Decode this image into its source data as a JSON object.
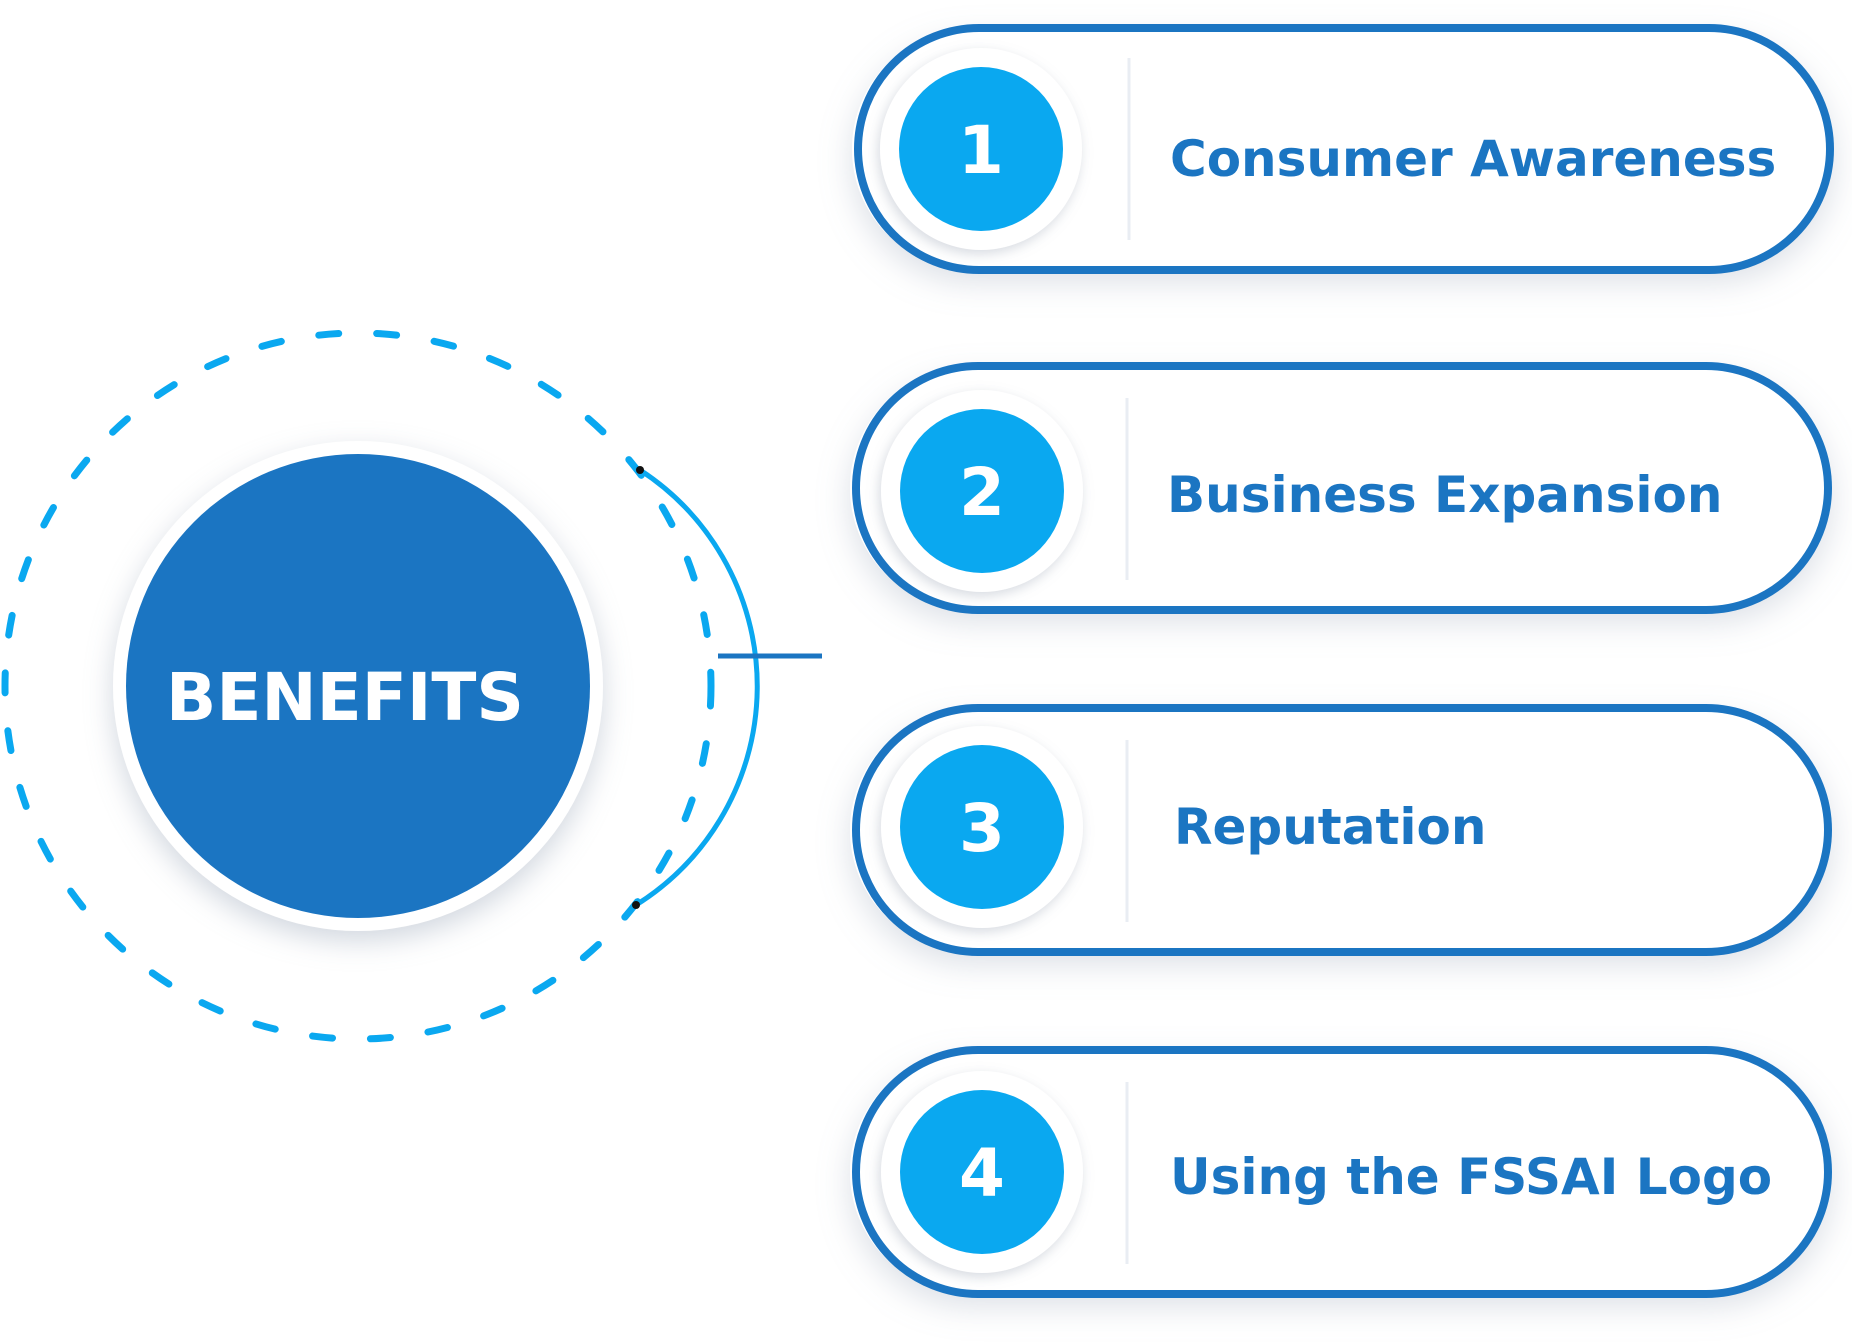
{
  "hub": {
    "label": "BENEFITS"
  },
  "items": [
    {
      "number": "1",
      "label": "Consumer Awareness"
    },
    {
      "number": "2",
      "label": "Business Expansion"
    },
    {
      "number": "3",
      "label": "Reputation"
    },
    {
      "number": "4",
      "label": "Using the FSSAI Logo"
    }
  ],
  "colors": {
    "primary_blue": "#1b75c2",
    "accent_cyan": "#0aa8f0",
    "white": "#ffffff"
  }
}
